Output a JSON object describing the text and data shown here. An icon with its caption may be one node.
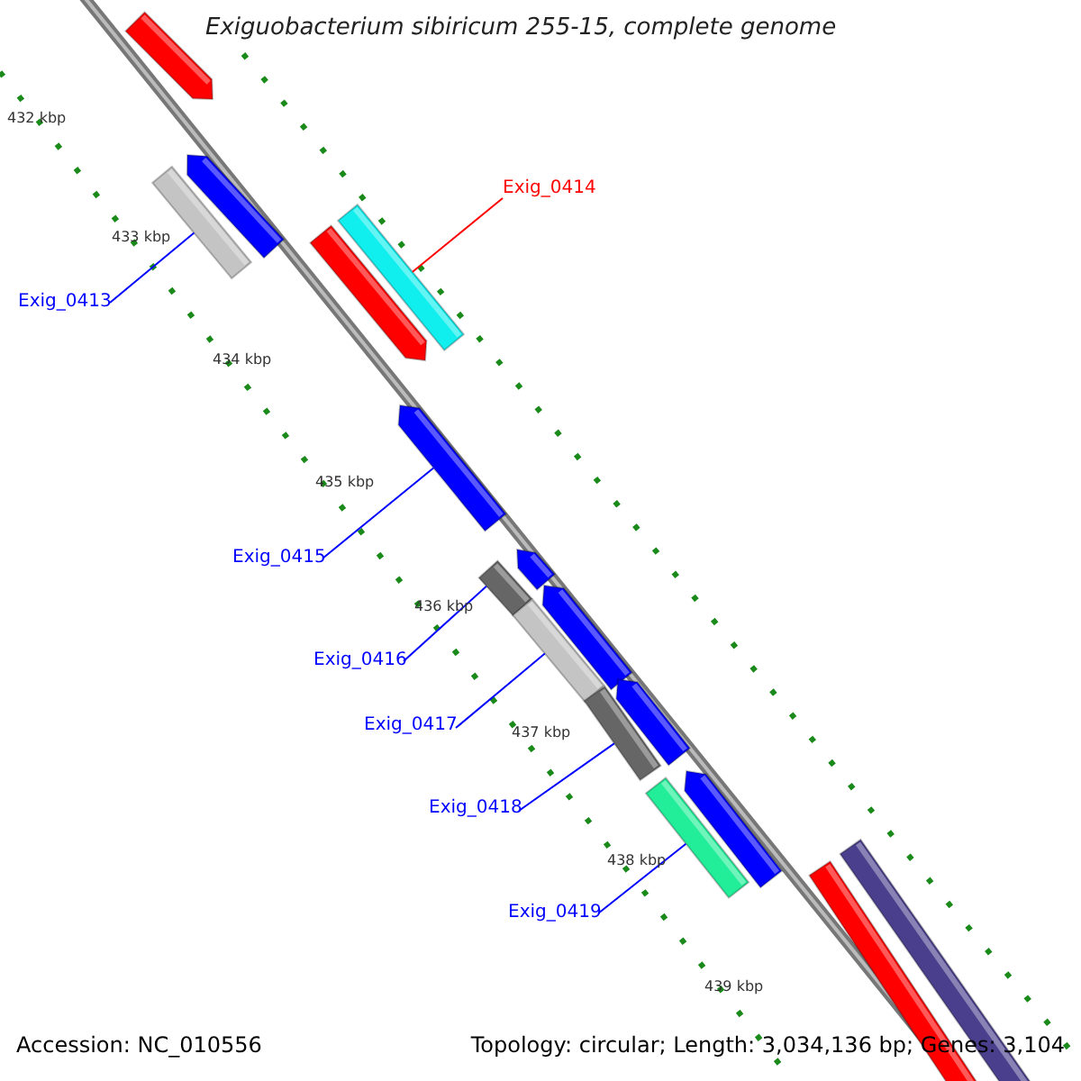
{
  "diagram": {
    "title": "Exiguobacterium sibiricum 255-15, complete genome",
    "nodes": [
      {
        "text": [
          "Exig_0413"
        ]
      },
      {
        "text": [
          "Exig_0414"
        ]
      },
      {
        "text": [
          "Exig_0415"
        ]
      },
      {
        "text": [
          "Exig_0416"
        ]
      },
      {
        "text": [
          "Exig_0417"
        ]
      },
      {
        "text": [
          "Exig_0418"
        ]
      },
      {
        "text": [
          "Exig_0419"
        ]
      },
      {
        "text": [],
        "shape": "bar"
      },
      {
        "text": [],
        "shape": "bar"
      },
      {
        "text": [],
        "shape": "bar"
      },
      {
        "text": [],
        "shape": "bar"
      },
      {
        "text": [],
        "shape": "bar"
      },
      {
        "text": [],
        "shape": "bar"
      },
      {
        "text": [],
        "shape": "bar"
      }
    ],
    "edges": [
      {
        "from": 0,
        "to": 7,
        "arrow": "none"
      },
      {
        "from": 1,
        "to": 8,
        "arrow": "none",
        "color": "#ff0000"
      },
      {
        "from": 2,
        "to": 9,
        "arrow": "none"
      },
      {
        "from": 3,
        "to": 10,
        "arrow": "none"
      },
      {
        "from": 4,
        "to": 11,
        "arrow": "none"
      },
      {
        "from": 5,
        "to": 12,
        "arrow": "none"
      },
      {
        "from": 6,
        "to": 13,
        "arrow": "none"
      }
    ],
    "labels": [
      "432 kbp",
      "433 kbp",
      "434 kbp",
      "435 kbp",
      "436 kbp",
      "437 kbp",
      "438 kbp",
      "439 kbp",
      "Accession: NC_010556",
      "Topology: circular; Length: 3,034,136 bp; Genes: 3,104"
    ]
  }
}
